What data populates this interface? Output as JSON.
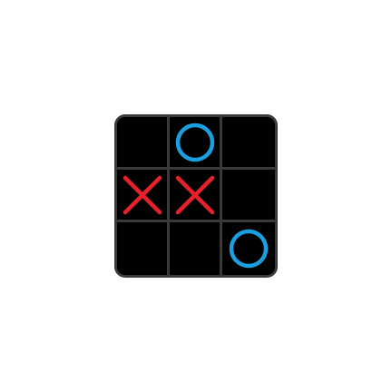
{
  "game": {
    "type": "tic-tac-toe",
    "board": [
      [
        "",
        "O",
        ""
      ],
      [
        "X",
        "X",
        ""
      ],
      [
        "",
        "",
        "O"
      ]
    ]
  },
  "colors": {
    "background": "#ffffff",
    "board": "#000000",
    "grid_lines": "#3a3a3a",
    "x_mark": "#e8202a",
    "o_mark": "#1a9fe0"
  }
}
